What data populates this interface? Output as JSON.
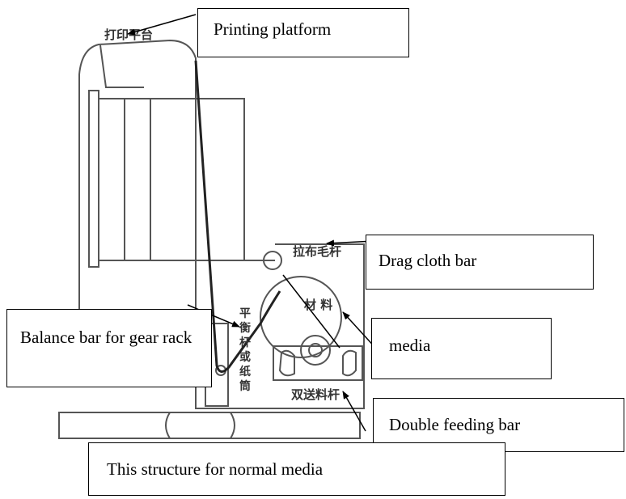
{
  "labels": {
    "printing_platform": "Printing platform",
    "drag_cloth_bar": "Drag cloth bar",
    "media": "media",
    "balance_bar": "Balance bar for gear rack",
    "double_feeding_bar": "Double feeding bar",
    "structure_note": "This structure for normal media"
  },
  "chinese_labels": {
    "printing_platform": "打印平台",
    "drag_cloth_bar": "拉布毛杆",
    "media": "材 料",
    "balance_bar": [
      "平",
      "衡",
      "杆",
      "或",
      "纸",
      "筒"
    ],
    "double_feeding_bar": "双送料杆"
  },
  "colors": {
    "line": "#000000",
    "drawing": "#555555",
    "background": "#ffffff"
  }
}
